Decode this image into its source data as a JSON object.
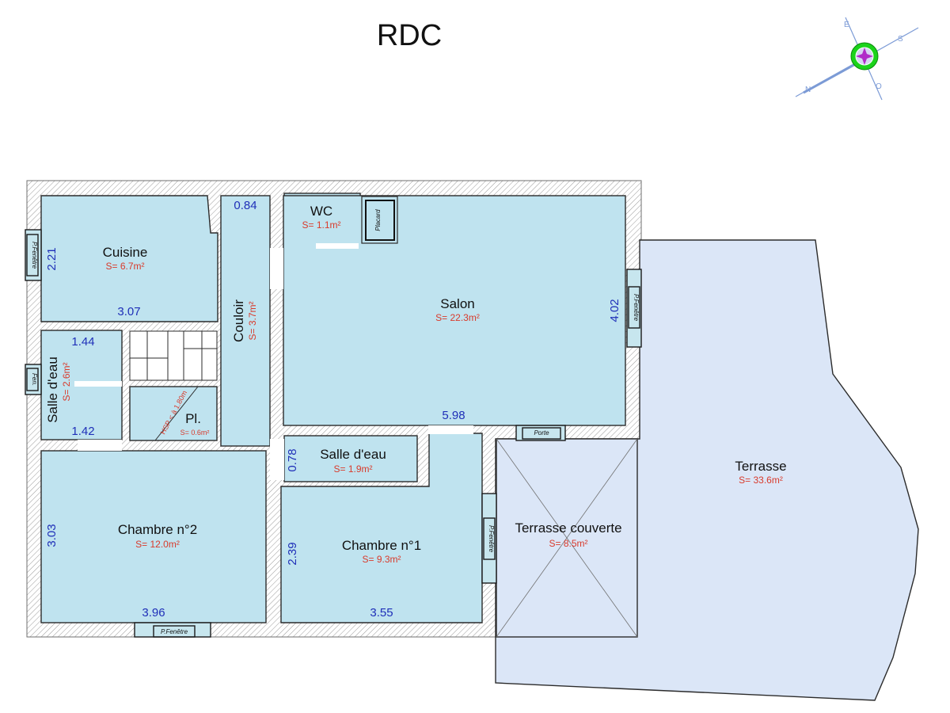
{
  "title": "RDC",
  "compass": {
    "letters": [
      "E",
      "S",
      "N",
      "O"
    ]
  },
  "rooms": {
    "cuisine": {
      "name": "Cuisine",
      "area": "S= 6.7m²",
      "width": "3.07",
      "height": "2.21"
    },
    "couloir": {
      "name": "Couloir",
      "area": "S= 3.7m²",
      "width": "0.84"
    },
    "wc": {
      "name": "WC",
      "area": "S= 1.1m²"
    },
    "placard": {
      "name": "Placard"
    },
    "salon": {
      "name": "Salon",
      "area": "S= 22.3m²",
      "width": "5.98",
      "height": "4.02"
    },
    "salle_eau_1": {
      "name": "Salle d'eau",
      "area": "S= 2.6m²",
      "width_top": "1.44",
      "width_bottom": "1.42"
    },
    "placard_escalier": {
      "name": "Pl.",
      "area": "S= 0.6m²",
      "note": "HSP < à 1.80m"
    },
    "salle_eau_2": {
      "name": "Salle d'eau",
      "area": "S= 1.9m²",
      "height": "0.78"
    },
    "chambre_2": {
      "name": "Chambre n°2",
      "area": "S= 12.0m²",
      "width": "3.96",
      "height": "3.03"
    },
    "chambre_1": {
      "name": "Chambre n°1",
      "area": "S= 9.3m²",
      "width": "3.55",
      "height": "2.39"
    },
    "terrasse_couverte": {
      "name": "Terrasse couverte",
      "area": "S= 8.5m²"
    },
    "terrasse": {
      "name": "Terrasse",
      "area": "S= 33.6m²"
    }
  },
  "openings": {
    "cuisine": "P.Fenêtre",
    "salle_eau": "Fen.",
    "salon": "P.Fenêtre",
    "porte": "Porte",
    "chambre_1": "P.Fenêtre",
    "chambre_2": "P.Fenêtre"
  },
  "colors": {
    "room_fill": "#bfe3ef",
    "terrace_fill": "#dbe6f7",
    "area_text": "#d93a2b",
    "dimension_text": "#1f2fb8"
  }
}
